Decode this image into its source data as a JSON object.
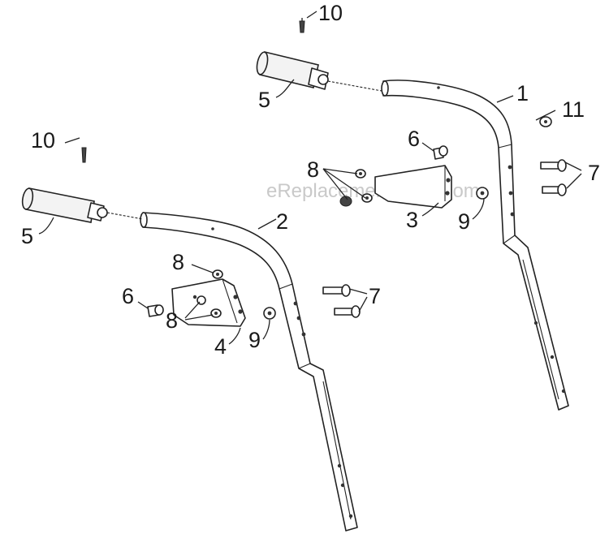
{
  "watermark": "eReplacementParts.com",
  "callouts": {
    "handle_upper": "1",
    "handle_lower": "2",
    "bracket_right": "3",
    "bracket_left": "4",
    "grip_top": "5",
    "grip_left": "5",
    "bolt_right": "6",
    "bolt_left": "6",
    "carriage_bolts_right": "7",
    "carriage_bolts_left": "7",
    "nuts_right": "8",
    "nut_left_top": "8",
    "nuts_left_bottom": "8",
    "washer_right": "9",
    "washer_left": "9",
    "pin_top": "10",
    "pin_left": "10",
    "nut_far_right": "11"
  }
}
